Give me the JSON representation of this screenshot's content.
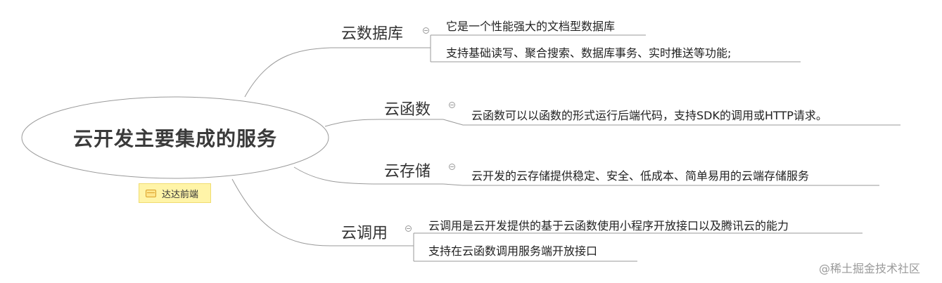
{
  "root": {
    "title": "云开发主要集成的服务"
  },
  "badge": {
    "text": "达达前端",
    "icon": "note-icon"
  },
  "branches": [
    {
      "title": "云数据库",
      "items": [
        "它是一个性能强大的文档型数据库",
        "支持基础读写、聚合搜索、数据库事务、实时推送等功能;"
      ]
    },
    {
      "title": "云函数",
      "items": [
        "云函数可以以函数的形式运行后端代码，支持SDK的调用或HTTP请求。"
      ]
    },
    {
      "title": "云存储",
      "items": [
        "云开发的云存储提供稳定、安全、低成本、简单易用的云端存储服务"
      ]
    },
    {
      "title": "云调用",
      "items": [
        "云调用是云开发提供的基于云函数使用小程序开放接口以及腾讯云的能力",
        "支持在云函数调用服务端开放接口"
      ]
    }
  ],
  "watermark": "@稀土掘金技术社区",
  "colors": {
    "line": "#9a9a9a",
    "badge_bg": "#fff4a8"
  }
}
